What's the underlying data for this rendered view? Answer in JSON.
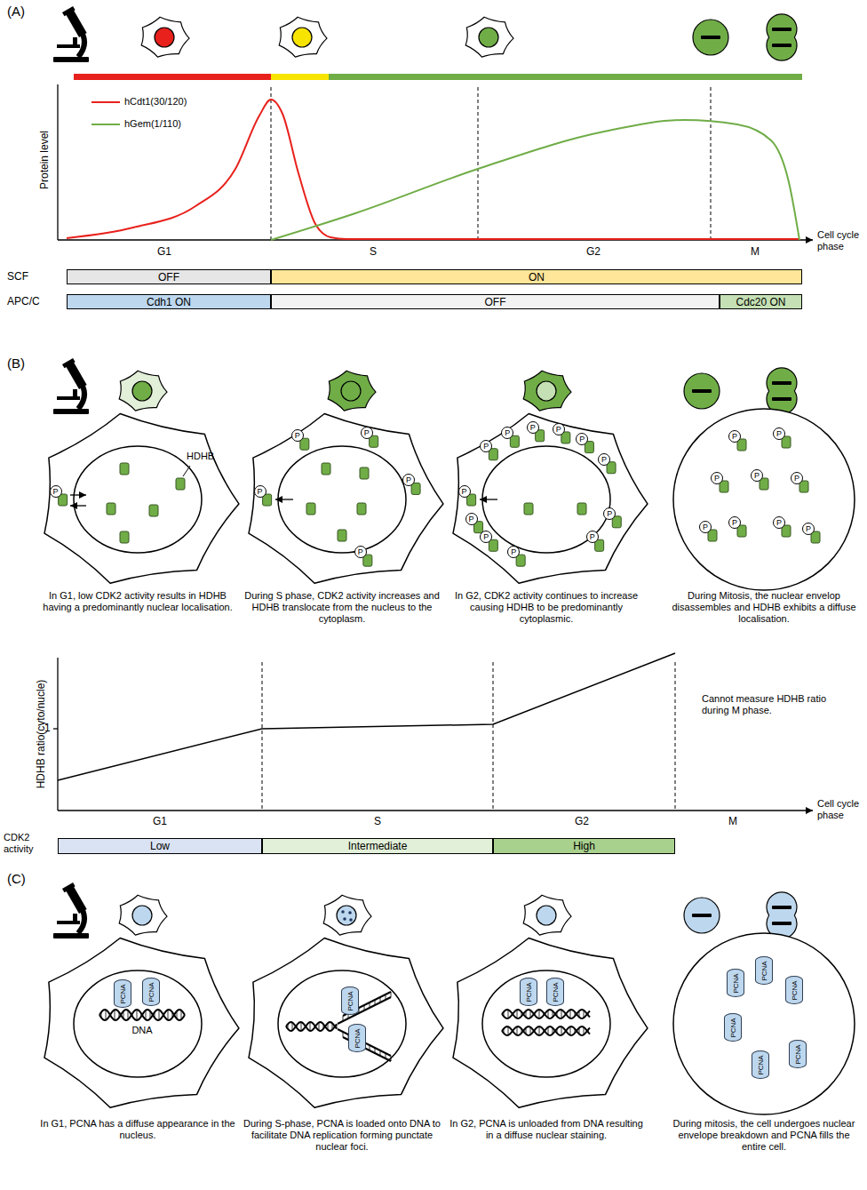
{
  "diagram": {
    "nodes": [
      {
        "text": [
          "OFF"
        ]
      },
      {
        "text": [
          "ON"
        ]
      },
      {
        "text": [
          "Cdh1 ON"
        ]
      },
      {
        "text": [
          "OFF"
        ]
      },
      {
        "text": [
          "Cdc20 ON"
        ]
      },
      {
        "text": [
          "P"
        ]
      },
      {
        "text": [
          "P"
        ]
      },
      {
        "text": [
          "P"
        ]
      },
      {
        "text": [
          "P"
        ]
      },
      {
        "text": [
          "P"
        ]
      },
      {
        "text": [
          "P"
        ]
      },
      {
        "text": [
          "P"
        ]
      },
      {
        "text": [
          "P"
        ]
      },
      {
        "text": [
          "P"
        ]
      },
      {
        "text": [
          "P"
        ]
      },
      {
        "text": [
          "P"
        ]
      },
      {
        "text": [
          "P"
        ]
      },
      {
        "text": [
          "P"
        ]
      },
      {
        "text": [
          "P"
        ]
      },
      {
        "text": [
          "P"
        ]
      },
      {
        "text": [
          "P"
        ]
      },
      {
        "text": [
          "P"
        ]
      },
      {
        "text": [
          "P"
        ]
      },
      {
        "text": [
          "P"
        ]
      },
      {
        "text": [
          "P"
        ]
      },
      {
        "text": [
          "P"
        ]
      },
      {
        "text": [
          "P"
        ]
      },
      {
        "text": [
          "P"
        ]
      },
      {
        "text": [
          "P"
        ]
      },
      {
        "text": [
          "P"
        ]
      },
      {
        "text": [
          "P"
        ]
      },
      {
        "text": [
          "P"
        ]
      },
      {
        "text": [
          "Low"
        ]
      },
      {
        "text": [
          "Intermediate"
        ]
      },
      {
        "text": [
          "High"
        ]
      },
      {
        "text": [
          "PCNA"
        ]
      },
      {
        "text": [
          "PCNA"
        ]
      },
      {
        "text": [
          "PCNA"
        ]
      },
      {
        "text": [
          "PCNA"
        ]
      },
      {
        "text": [
          "PCNA"
        ]
      },
      {
        "text": [
          "PCNA"
        ]
      },
      {
        "text": [
          "PCNA"
        ]
      },
      {
        "text": [
          "PCNA"
        ]
      },
      {
        "text": [
          "PCNA"
        ]
      },
      {
        "text": [
          "PCNA"
        ]
      },
      {
        "text": [
          "PCNA"
        ]
      },
      {
        "text": [
          "PCNA"
        ]
      }
    ],
    "labels": [
      "(A)",
      "Protein level",
      "Cell cycle phase",
      "G1",
      "S",
      "G2",
      "M",
      "SCF",
      "APC/C",
      "(B)",
      "HDHB",
      "In G1, low CDK2 activity results in HDHB having a predominantly nuclear localisation.",
      "During S phase, CDK2 activity increases and HDHB translocate from the nucleus to the cytoplasm.",
      "In G2, CDK2 activity continues to increase causing HDHB to be predominantly cytoplasmic.",
      "During Mitosis, the nuclear envelop disassembles and HDHB exhibits a diffuse localisation.",
      "HDHB ratio(cyto/nucle)",
      "1",
      "Cannot measure HDHB ratio during M phase.",
      "G1",
      "S",
      "G2",
      "M",
      "Cell cycle phase",
      "CDK2 activity",
      "(C)",
      "DNA",
      "In G1, PCNA has a diffuse appearance in the nucleus.",
      "During S-phase, PCNA is loaded onto DNA to facilitate DNA replication forming punctate nuclear foci.",
      "In G2, PCNA is unloaded from DNA resulting in a diffuse nuclear staining.",
      "During mitosis, the cell undergoes nuclear envelope breakdown and PCNA fills the entire cell."
    ],
    "legend": [
      {
        "text": "hCdt1(30/120)"
      },
      {
        "text": "hGem(1/110)"
      }
    ]
  }
}
